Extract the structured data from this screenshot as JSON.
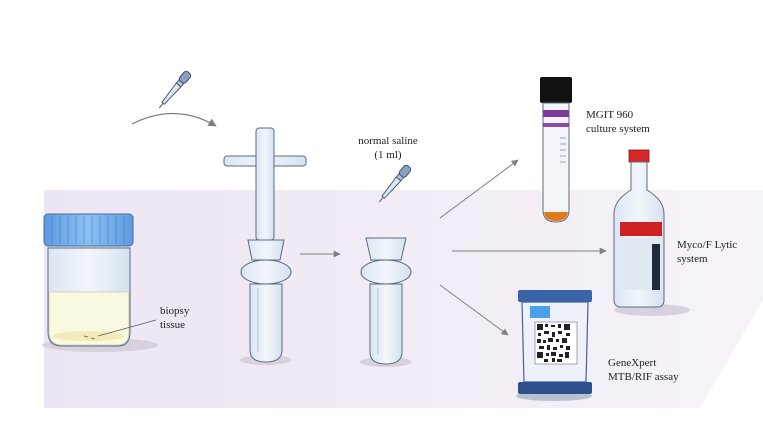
{
  "labels": {
    "biopsy_line1": "biopsy",
    "biopsy_line2": "tissue",
    "saline_line1": "normal  saline",
    "saline_line2": "(1 ml)",
    "mgit_line1": "MGIT 960",
    "mgit_line2": "culture system",
    "myco_line1": "Myco/F Lytic",
    "myco_line2": "system",
    "genexpert_line1": "GeneXpert",
    "genexpert_line2": "MTB/RIF assay"
  },
  "colors": {
    "background": "#ffffff",
    "bench_surface": "#f1ecf6",
    "glass_fill": "#e6eef8",
    "glass_stroke": "#5c6b80",
    "jar_lid": "#6fa9e8",
    "jar_liquid": "#f9f8e0",
    "mgit_cap": "#111111",
    "mgit_band": "#7b3a9a",
    "mgit_sediment": "#e07a1a",
    "myco_cap": "#d62728",
    "myco_label": "#cc2222",
    "cartridge_body": "#3b63a8",
    "cartridge_panel": "#4aa3e8",
    "arrow": "#7f7f7f",
    "text": "#222222"
  },
  "icons": [
    "pipette-icon",
    "curved-arrow-icon",
    "straight-arrow-icon"
  ]
}
